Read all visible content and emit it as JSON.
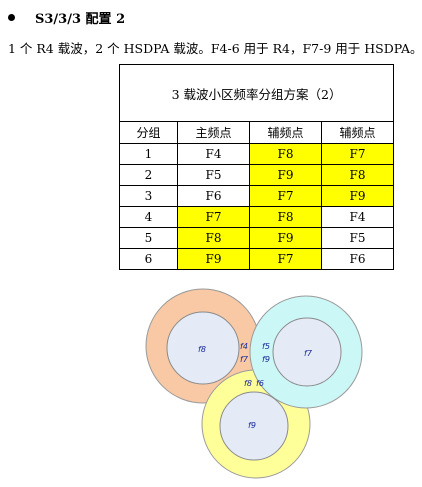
{
  "heading": "S3/3/3 配置 2",
  "intro": "1 个 R4 载波，2 个 HSDPA 载波。F4-6 用于 R4，F7-9 用于 HSDPA。",
  "table": {
    "title": "3 载波小区频率分组方案（2）",
    "headers": [
      "分组",
      "主频点",
      "辅频点",
      "辅频点"
    ],
    "rows": [
      {
        "cells": [
          "1",
          "F4",
          "F8",
          "F7"
        ],
        "highlight": [
          false,
          false,
          true,
          true
        ]
      },
      {
        "cells": [
          "2",
          "F5",
          "F9",
          "F8"
        ],
        "highlight": [
          false,
          false,
          true,
          true
        ]
      },
      {
        "cells": [
          "3",
          "F6",
          "F7",
          "F9"
        ],
        "highlight": [
          false,
          false,
          true,
          true
        ]
      },
      {
        "cells": [
          "4",
          "F7",
          "F8",
          "F4"
        ],
        "highlight": [
          false,
          true,
          true,
          false
        ]
      },
      {
        "cells": [
          "5",
          "F8",
          "F9",
          "F5"
        ],
        "highlight": [
          false,
          true,
          true,
          false
        ]
      },
      {
        "cells": [
          "6",
          "F9",
          "F7",
          "F6"
        ],
        "highlight": [
          false,
          true,
          true,
          false
        ]
      }
    ],
    "highlight_color": "#ffff00"
  },
  "diagram": {
    "cells": [
      {
        "center_label": "f8",
        "outer_color": "#f8c9a4",
        "inner_color": "#e4ebf6"
      },
      {
        "center_label": "f7",
        "outer_color": "#ccf7f7",
        "inner_color": "#e4ebf6"
      },
      {
        "center_label": "f9",
        "outer_color": "#ffff99",
        "inner_color": "#e4ebf6"
      }
    ],
    "overlap_labels": {
      "left_top": "f4",
      "left_bottom": "f7",
      "right_top": "f5",
      "right_bottom": "f9",
      "bottom_left": "f8",
      "bottom_right": "f6"
    }
  }
}
